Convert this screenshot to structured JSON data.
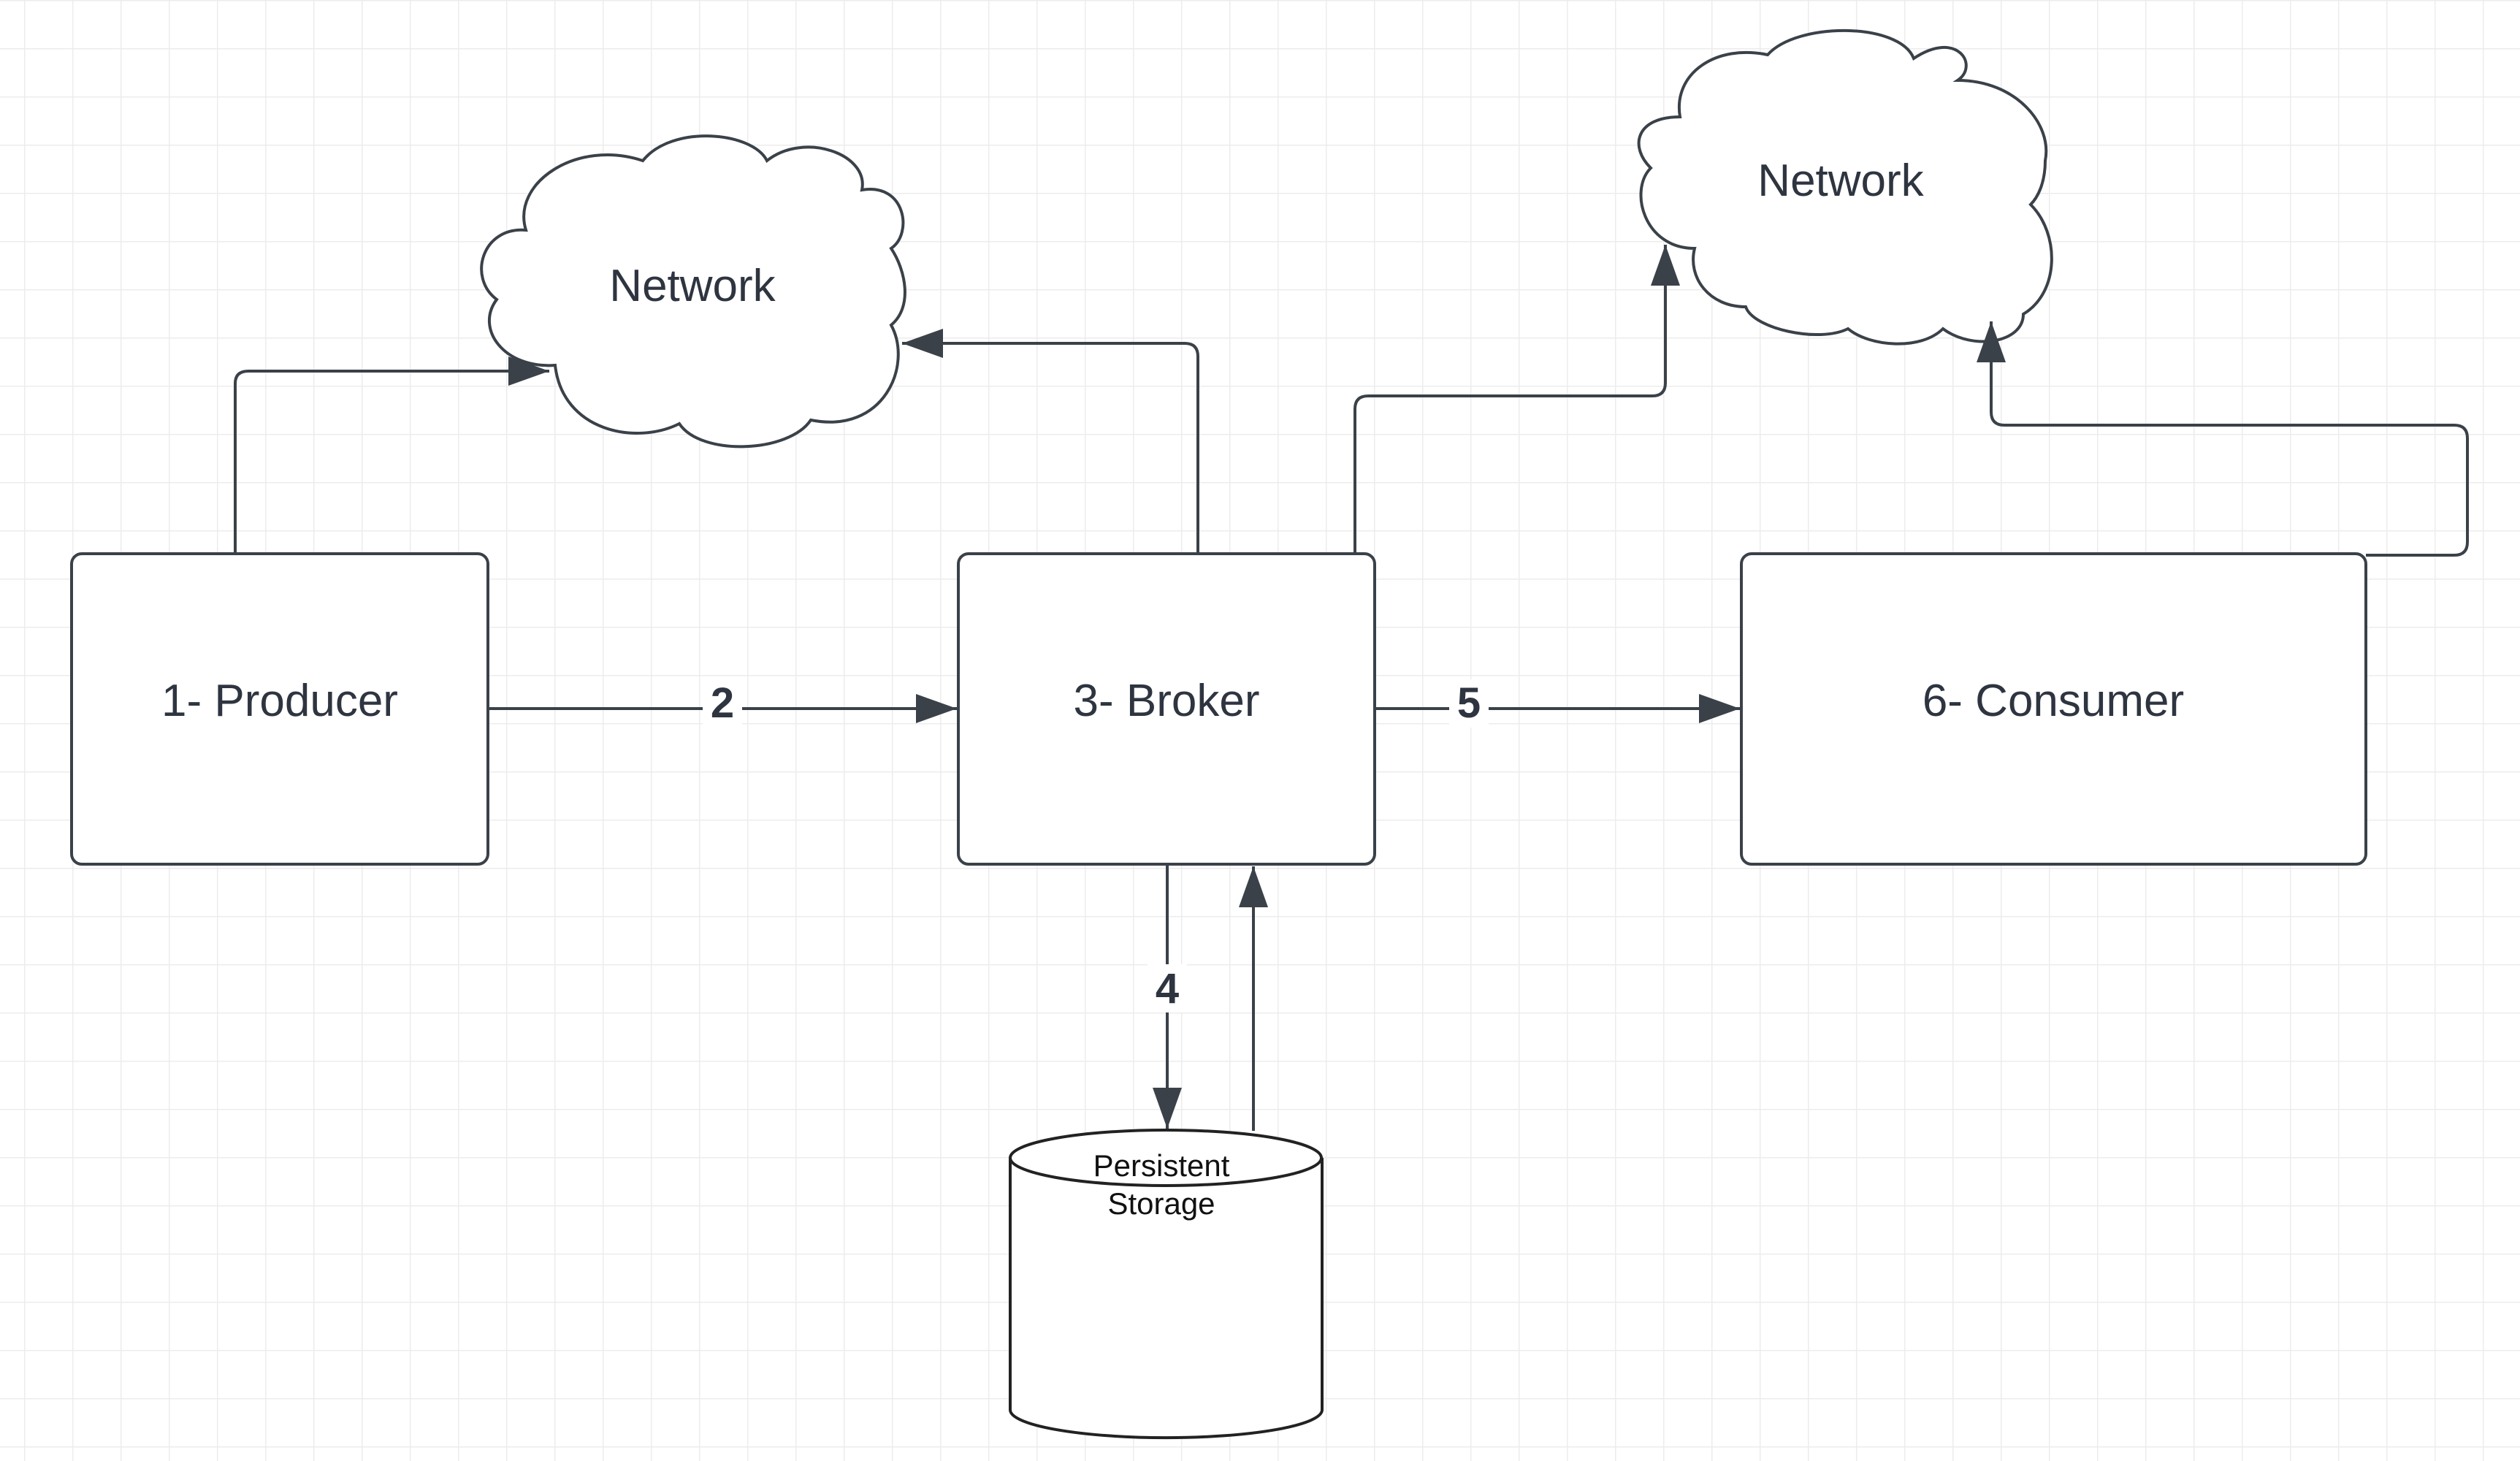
{
  "nodes": {
    "producer": {
      "label": "1- Producer"
    },
    "broker": {
      "label": "3- Broker"
    },
    "consumer": {
      "label": "6- Consumer"
    },
    "network_left": {
      "label": "Network"
    },
    "network_right": {
      "label": "Network"
    },
    "storage": {
      "line1": "Persistent",
      "line2": "Storage"
    }
  },
  "edges": {
    "producer_to_broker": {
      "label": "2"
    },
    "broker_to_storage": {
      "label": "4"
    },
    "broker_to_consumer": {
      "label": "5"
    }
  },
  "colors": {
    "stroke": "#3a4149",
    "grid": "#ececec",
    "background": "#ffffff"
  }
}
